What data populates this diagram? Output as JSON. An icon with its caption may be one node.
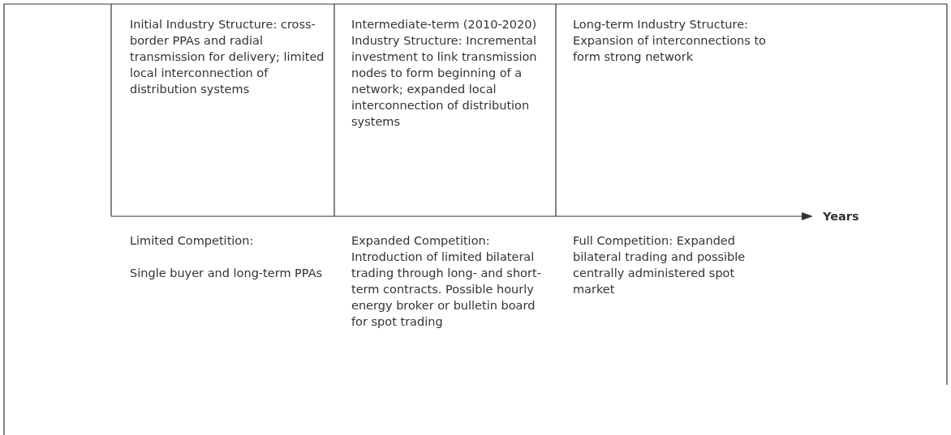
{
  "diagram": {
    "labels": [
      "Initial Industry Structure: cross-border PPAs and radial transmission for delivery; limited local interconnection of distribution systems",
      "Intermediate-term (2010-2020) Industry Structure: Incremental investment to link transmission nodes to form beginning of a network; expanded local interconnection of distribution systems",
      "Long-term Industry Structure: Expansion of interconnections to form strong network",
      "Years",
      "Limited Competition:",
      "Single buyer and long-term PPAs",
      "Expanded Competition: Introduction of limited bilateral trading through long- and short-term contracts. Possible hourly energy broker or bulletin board for spot trading",
      "Full Competition: Expanded bilateral trading and possible centrally administered spot market"
    ]
  }
}
